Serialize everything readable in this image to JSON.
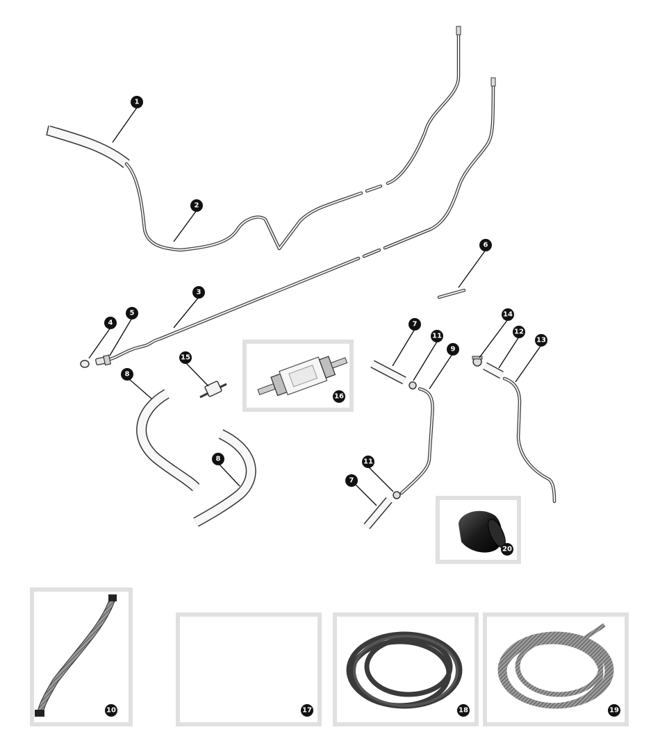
{
  "title": "",
  "callouts": [
    {
      "id": "c1",
      "label": "1"
    },
    {
      "id": "c2",
      "label": "2"
    },
    {
      "id": "c3",
      "label": "3"
    },
    {
      "id": "c4",
      "label": "4"
    },
    {
      "id": "c5",
      "label": "5"
    },
    {
      "id": "c6",
      "label": "6"
    },
    {
      "id": "c7a",
      "label": "7"
    },
    {
      "id": "c7b",
      "label": "7"
    },
    {
      "id": "c8a",
      "label": "8"
    },
    {
      "id": "c8b",
      "label": "8"
    },
    {
      "id": "c9",
      "label": "9"
    },
    {
      "id": "c10",
      "label": "10"
    },
    {
      "id": "c11a",
      "label": "11"
    },
    {
      "id": "c11b",
      "label": "11"
    },
    {
      "id": "c12",
      "label": "12"
    },
    {
      "id": "c13",
      "label": "13"
    },
    {
      "id": "c14",
      "label": "14"
    },
    {
      "id": "c15",
      "label": "15"
    },
    {
      "id": "c16",
      "label": "16"
    },
    {
      "id": "c17",
      "label": "17"
    },
    {
      "id": "c18",
      "label": "18"
    },
    {
      "id": "c19",
      "label": "19"
    },
    {
      "id": "c20",
      "label": "20"
    }
  ],
  "colors": {
    "callout_fill": "#111111",
    "callout_text": "#ffffff",
    "frame": "#e0e0e0",
    "line": "#3a3a3a"
  }
}
